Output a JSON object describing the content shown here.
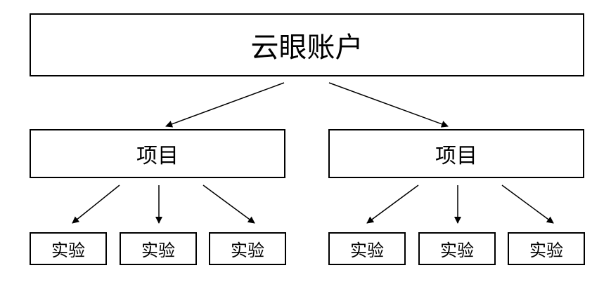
{
  "root": {
    "label": "云眼账户"
  },
  "projects": [
    {
      "label": "项目",
      "experiments": [
        "实验",
        "实验",
        "实验"
      ]
    },
    {
      "label": "项目",
      "experiments": [
        "实验",
        "实验",
        "实验"
      ]
    }
  ]
}
